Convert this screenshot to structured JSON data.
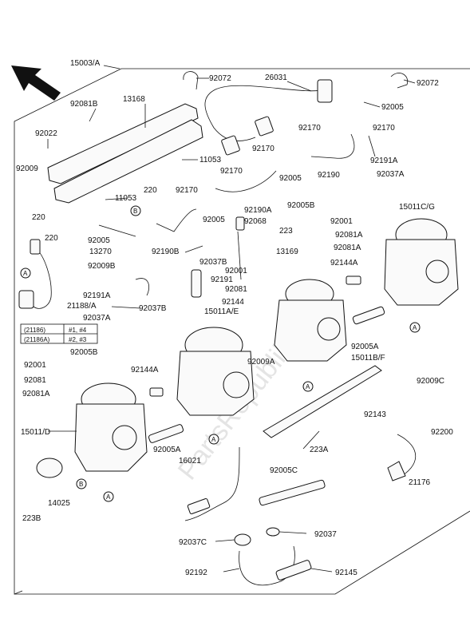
{
  "watermark": "PartsRepublik",
  "callouts": {
    "c15003": "15003/A",
    "c92072a": "92072",
    "c26031": "26031",
    "c92072b": "92072",
    "c92081b": "92081B",
    "c13168": "13168",
    "c92005a": "92005",
    "c92022": "92022",
    "c92170a": "92170",
    "c92170b": "92170",
    "c92009": "92009",
    "c11053a": "11053",
    "c92191a": "92191A",
    "c92170c": "92170",
    "c92037a": "92037A",
    "c92005b": "92005",
    "c92190": "92190",
    "c220a": "220",
    "c92170d": "92170",
    "c92005c": "92005B",
    "c11053b": "11053",
    "c92190a": "92190A",
    "c92170e": "92170",
    "c92005d": "92005",
    "c92068": "92068",
    "c15011cg": "15011C/G",
    "c220b": "220",
    "c223": "223",
    "c92001a": "92001",
    "c220c": "220",
    "c92005e": "92005",
    "c92081a": "92081A",
    "c13270": "13270",
    "c92190b": "92190B",
    "c92037b": "92037B",
    "c13169": "13169",
    "c92009b": "92009B",
    "c92001b": "92001",
    "c92144a": "92144A",
    "c92191": "92191",
    "c92081b2": "92081",
    "c92144": "92144",
    "c21188": "21188/A",
    "c92191a2": "92191A",
    "c92037b2": "92037B",
    "c15011ae": "15011A/E",
    "c92037a2": "92037A",
    "c92005bb": "92005B",
    "c92005a2": "92005A",
    "c15011bf": "15011B/F",
    "c92001c": "92001",
    "c92144a2": "92144A",
    "c92009a": "92009A",
    "c92081c": "92081",
    "c92081a2": "92081A",
    "c92009c": "92009C",
    "c15011d": "15011/D",
    "c92143": "92143",
    "c92200": "92200",
    "c223a": "223A",
    "c92005a3": "92005A",
    "c16021": "16021",
    "c14025": "14025",
    "c21176": "21176",
    "c92005c2": "92005C",
    "c223b": "223B",
    "c92037": "92037",
    "c92037c": "92037C",
    "c92192": "92192",
    "c92145": "92145"
  },
  "table": {
    "r1_part": "(21186)",
    "r1_cyl": "#1, #4",
    "r2_part": "(21186A)",
    "r2_cyl": "#2, #3"
  },
  "markers": {
    "A": "A",
    "B": "B"
  }
}
